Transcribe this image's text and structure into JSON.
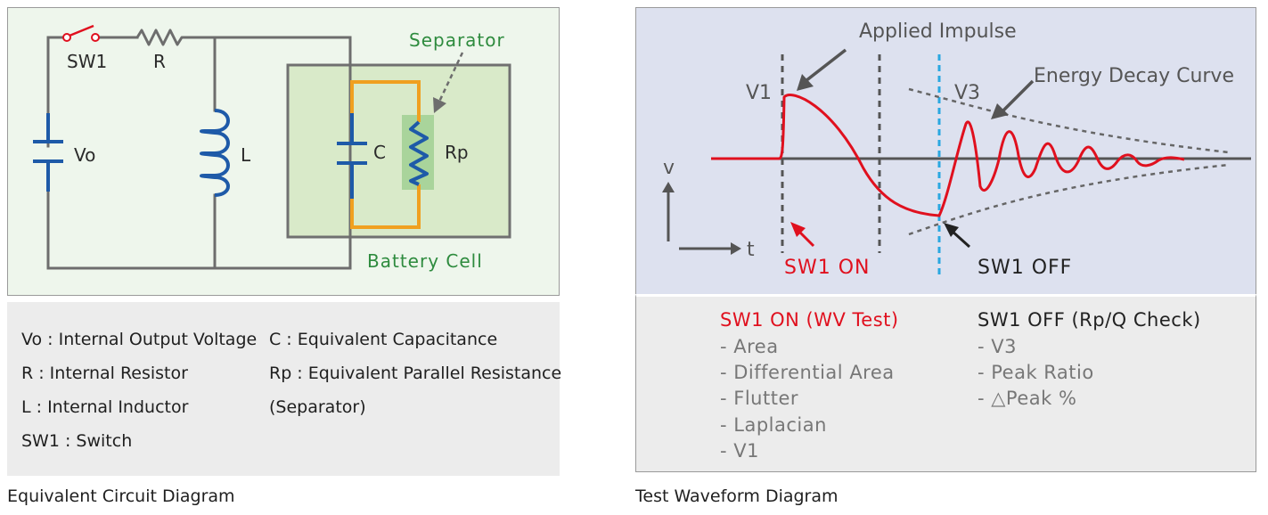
{
  "circuit": {
    "labels": {
      "sw1": "SW1",
      "r": "R",
      "vo": "Vo",
      "l": "L",
      "c": "C",
      "rp": "Rp",
      "separator": "Separator",
      "battery_cell": "Battery Cell"
    },
    "legend": [
      "Vo : Internal Output Voltage",
      "R : Internal Resistor",
      "L : Internal Inductor",
      "SW1 : Switch",
      "C : Equivalent Capacitance",
      "Rp : Equivalent Parallel Resistance",
      "(Separator)"
    ],
    "caption": "Equivalent Circuit Diagram"
  },
  "waveform": {
    "labels": {
      "applied_impulse": "Applied Impulse",
      "energy_decay": "Energy Decay Curve",
      "v1": "V1",
      "v3": "V3",
      "axis_v": "v",
      "axis_t": "t",
      "sw1_on": "SW1 ON",
      "sw1_off": "SW1 OFF"
    },
    "on_title": "SW1 ON (WV Test)",
    "on_items": [
      "- Area",
      "- Differential Area",
      "- Flutter",
      "- Laplacian",
      "- V1"
    ],
    "off_title": "SW1 OFF (Rp/Q Check)",
    "off_items": [
      "- V3",
      "- Peak Ratio",
      "- △Peak %"
    ],
    "caption": "Test Waveform Diagram"
  },
  "colors": {
    "wire": "#6d6d6d",
    "blue_component": "#1e5aa8",
    "orange_wire": "#f0a020",
    "green_label": "#2e8b3e",
    "red": "#e0101e",
    "cyan_line": "#2aa8e0"
  }
}
